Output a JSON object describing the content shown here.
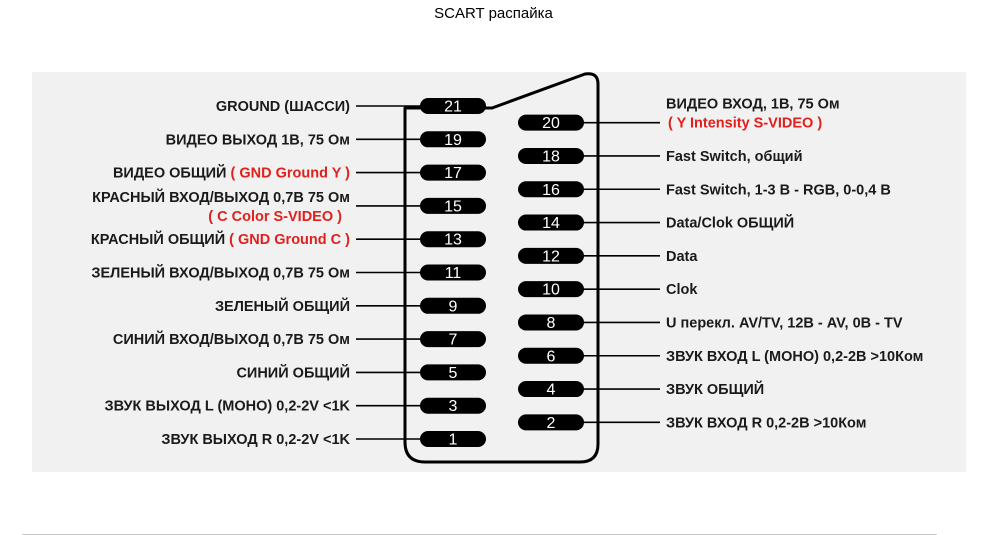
{
  "title": "SCART распайка",
  "colors": {
    "text": "#1a1a1a",
    "highlight": "#e0201c",
    "pin": "#000000",
    "pin_number": "#ffffff",
    "panel": "#f1f1f1"
  },
  "pins": [
    {
      "number": "21",
      "side": "left",
      "label": "GROUND (ШАССИ)"
    },
    {
      "number": "20",
      "side": "right",
      "label": "ВИДЕО ВХОД, 1В, 75 Ом",
      "note": "( Y Intensity S-VIDEO )"
    },
    {
      "number": "19",
      "side": "left",
      "label": "ВИДЕО ВЫХОД 1В, 75 Ом"
    },
    {
      "number": "18",
      "side": "right",
      "label": "Fast Switch, общий"
    },
    {
      "number": "17",
      "side": "left",
      "label": "ВИДЕО ОБЩИЙ",
      "note": "( GND Ground Y )"
    },
    {
      "number": "16",
      "side": "right",
      "label": "Fast Switch, 1-3 В - RGB,  0-0,4 В"
    },
    {
      "number": "15",
      "side": "left",
      "label": "КРАСНЫЙ ВХОД/ВЫХОД 0,7В 75 Ом",
      "note": "( C Color S-VIDEO )"
    },
    {
      "number": "14",
      "side": "right",
      "label": "Data/Clok ОБЩИЙ"
    },
    {
      "number": "13",
      "side": "left",
      "label": "КРАСНЫЙ ОБЩИЙ",
      "note": "( GND Ground C )"
    },
    {
      "number": "12",
      "side": "right",
      "label": "Data"
    },
    {
      "number": "11",
      "side": "left",
      "label": "ЗЕЛЕНЫЙ ВХОД/ВЫХОД 0,7В 75 Ом"
    },
    {
      "number": "10",
      "side": "right",
      "label": "Clok"
    },
    {
      "number": "9",
      "side": "left",
      "label": "ЗЕЛЕНЫЙ ОБЩИЙ"
    },
    {
      "number": "8",
      "side": "right",
      "label": "U перекл. AV/TV, 12В - AV, 0В - TV"
    },
    {
      "number": "7",
      "side": "left",
      "label": "СИНИЙ ВХОД/ВЫХОД 0,7В 75 Ом"
    },
    {
      "number": "6",
      "side": "right",
      "label": "ЗВУК ВХОД L (МОНО) 0,2-2В >10Ком"
    },
    {
      "number": "5",
      "side": "left",
      "label": "СИНИЙ ОБЩИЙ"
    },
    {
      "number": "4",
      "side": "right",
      "label": "ЗВУК ОБЩИЙ"
    },
    {
      "number": "3",
      "side": "left",
      "label": "ЗВУК ВЫХОД L (МОНО) 0,2-2V <1K"
    },
    {
      "number": "2",
      "side": "right",
      "label": "ЗВУК ВХОД R  0,2-2В >10Ком"
    },
    {
      "number": "1",
      "side": "left",
      "label": "ЗВУК ВЫХОД R  0,2-2V <1K"
    }
  ]
}
